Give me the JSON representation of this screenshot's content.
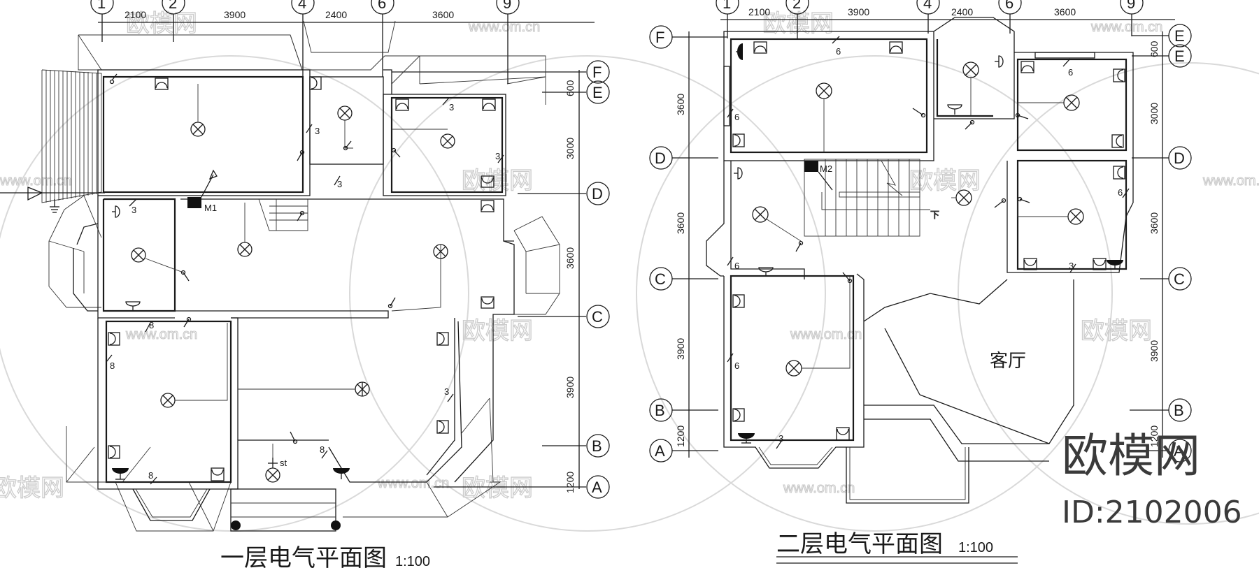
{
  "drawing": {
    "type": "electrical floor plan",
    "units": "mm",
    "plans": [
      {
        "id": "floor1",
        "title": "一层电气平面图",
        "scale": "1:100",
        "top_axes": [
          "1",
          "2",
          "4",
          "6",
          "9"
        ],
        "top_dims": [
          "2100",
          "3900",
          "2400",
          "3600"
        ],
        "side_axes": [
          "F",
          "E",
          "D",
          "C",
          "B",
          "A"
        ],
        "side_dims": [
          "600",
          "3000",
          "3600",
          "3900",
          "1200"
        ],
        "panel_label": "M1",
        "switch_label": "st",
        "wire_counts": [
          "3",
          "3",
          "3",
          "3",
          "3",
          "3",
          "8",
          "8",
          "8",
          "8",
          "3"
        ]
      },
      {
        "id": "floor2",
        "title": "二层电气平面图",
        "scale": "1:100",
        "top_axes": [
          "1",
          "2",
          "4",
          "6",
          "9"
        ],
        "top_dims": [
          "2100",
          "3900",
          "2400",
          "3600"
        ],
        "left_axes": [
          "F",
          "D",
          "C",
          "B",
          "A"
        ],
        "left_dims": [
          "3600",
          "3600",
          "3900",
          "1200"
        ],
        "right_axes": [
          "E",
          "E",
          "D",
          "C",
          "B",
          "A"
        ],
        "right_dims": [
          "600",
          "3000",
          "3600",
          "3900",
          "1200"
        ],
        "panel_label": "M2",
        "stair_label": "下",
        "room_label": "客厅",
        "wire_counts": [
          "6",
          "6",
          "6",
          "6",
          "6",
          "6",
          "3",
          "3"
        ]
      }
    ]
  },
  "watermark": {
    "brand": "欧模网",
    "id_text": "ID:2102006",
    "url": "www.om.cn"
  },
  "legend_icons": [
    "ceiling-lamp-icon",
    "wall-lamp-icon",
    "socket-icon",
    "switch-icon",
    "distribution-panel-icon",
    "bell-icon",
    "ground-icon"
  ]
}
